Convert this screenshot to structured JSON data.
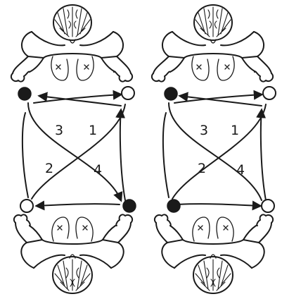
{
  "colors": {
    "ink": "#1a1a1a",
    "paper": "#ffffff",
    "dark_ball": "#1a1a1a",
    "light_ball": "#ffffff"
  },
  "panels": [
    {
      "id": "left",
      "throw_labels": [
        "1",
        "2",
        "3",
        "4"
      ],
      "bottom_dark_ball_side": "right"
    },
    {
      "id": "right",
      "throw_labels": [
        "1",
        "2",
        "3",
        "4"
      ],
      "bottom_dark_ball_side": "left"
    }
  ]
}
